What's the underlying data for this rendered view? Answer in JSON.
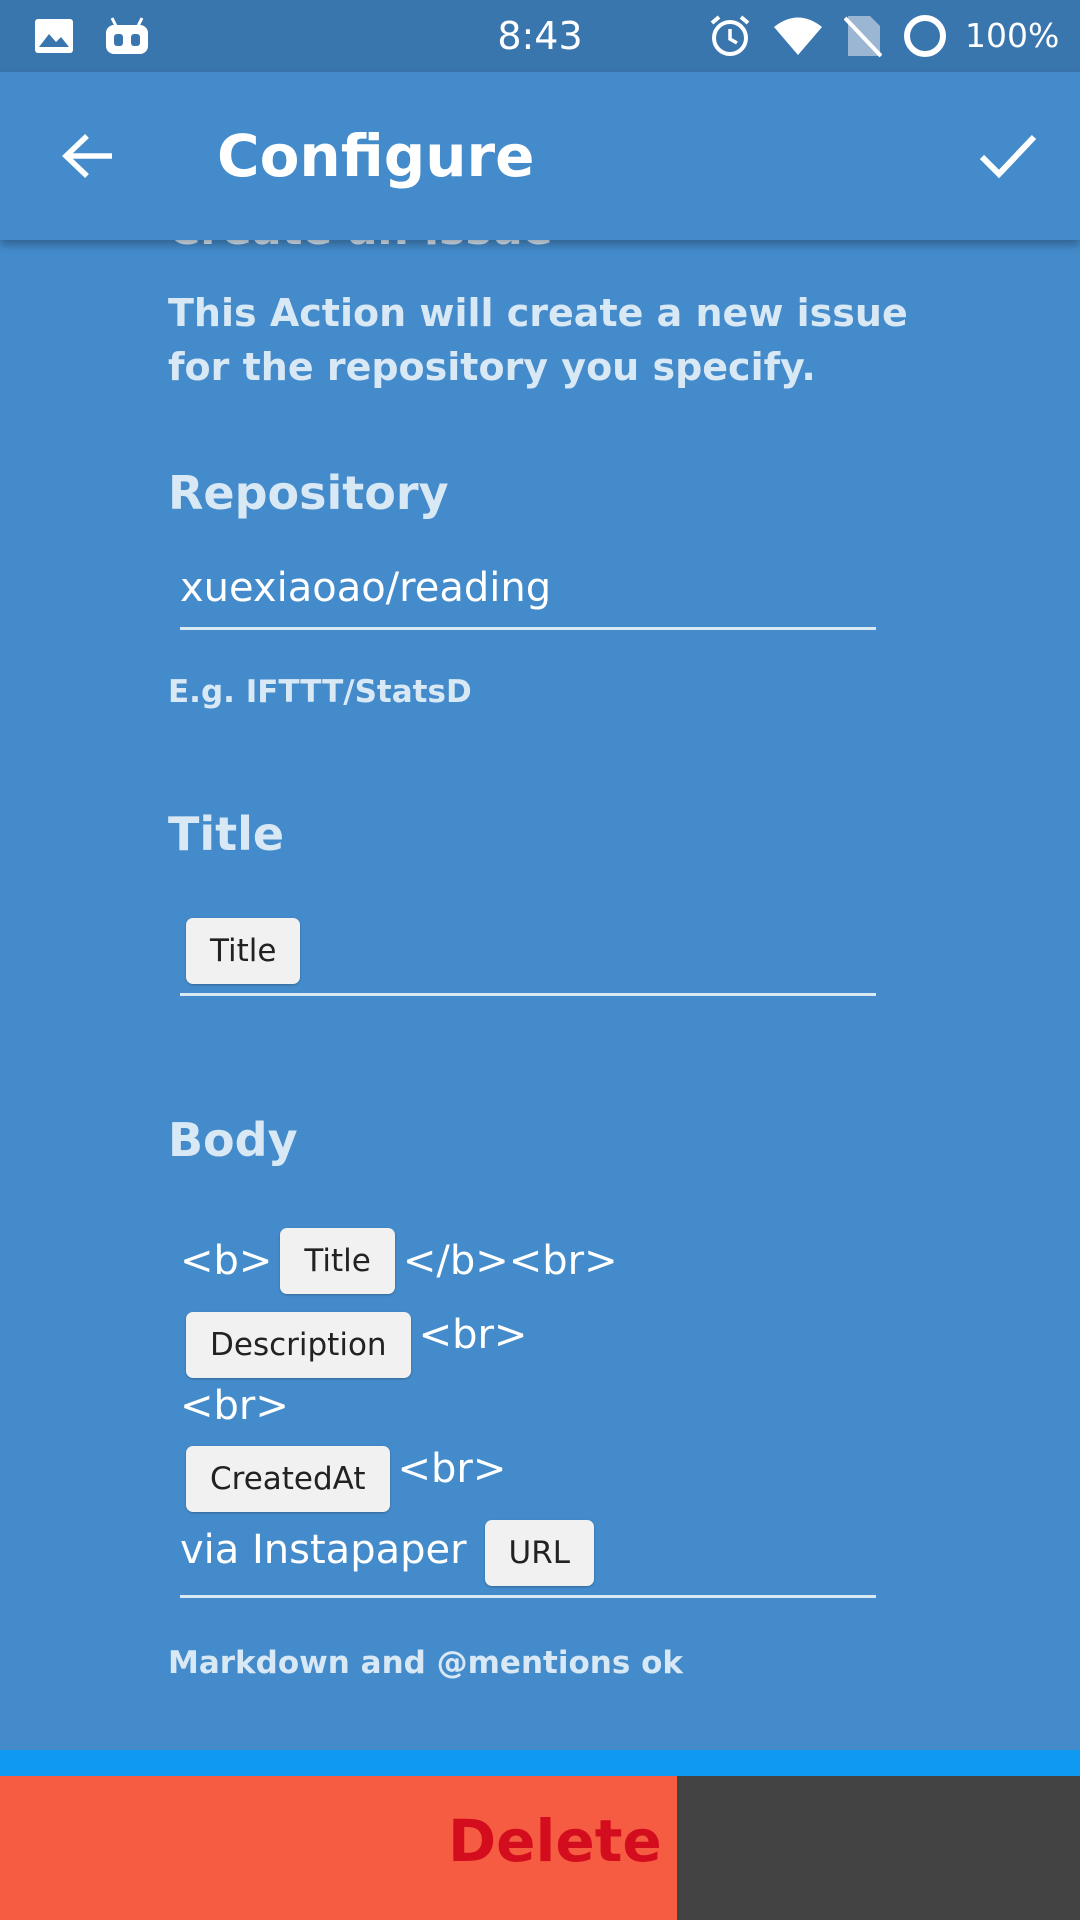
{
  "status_bar": {
    "time": "8:43",
    "battery_text": "100%",
    "icons": [
      "gallery-icon",
      "android-debug-icon",
      "alarm-icon",
      "wifi-icon",
      "no-sim-icon",
      "battery-circle-icon"
    ]
  },
  "app_bar": {
    "title": "Configure",
    "back_icon": "arrow-back-icon",
    "confirm_icon": "checkmark-icon"
  },
  "action": {
    "heading": "Create an issue",
    "description": "This Action will create a new issue for the repository you specify."
  },
  "fields": {
    "repository": {
      "label": "Repository",
      "value": "xuexiaoao/reading",
      "helper": "E.g. IFTTT/StatsD"
    },
    "title": {
      "label": "Title",
      "ingredient": "Title"
    },
    "body": {
      "label": "Body",
      "line1_prefix": "<b>",
      "line1_ingredient": "Title",
      "line1_suffix": "</b><br>",
      "line2_ingredient": "Description",
      "line2_suffix": "<br>",
      "line3_text": "<br>",
      "line4_ingredient": "CreatedAt",
      "line4_suffix": "<br>",
      "line5_prefix": "via Instapaper",
      "line5_ingredient": "URL",
      "helper": "Markdown and @mentions ok"
    }
  },
  "footer": {
    "delete_label": "Delete"
  },
  "colors": {
    "background": "#448bcb",
    "status_bar": "#3a76ae",
    "delete_bg": "#f55c42",
    "delete_text": "#d30d1e",
    "accent_strip": "#0f9af2",
    "dark_panel": "#434343"
  }
}
